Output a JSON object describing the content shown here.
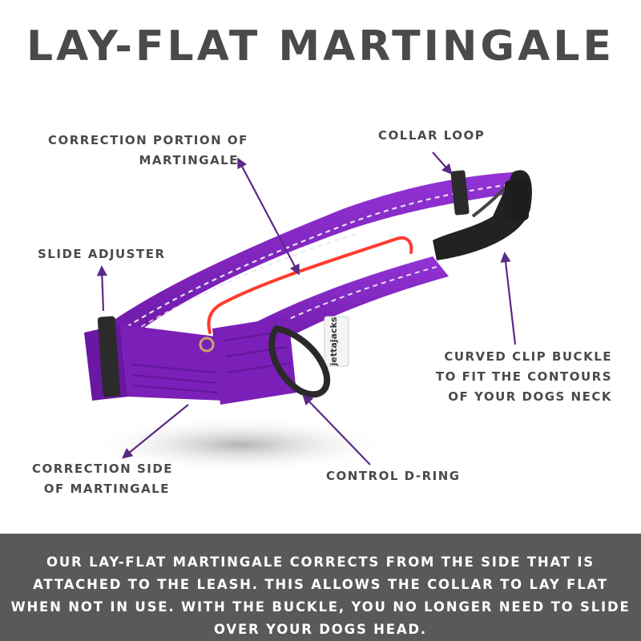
{
  "title": "LAY-FLAT MARTINGALE",
  "labels": {
    "correction_portion": [
      "CORRECTION PORTION OF",
      "MARTINGALE"
    ],
    "collar_loop": [
      "COLLAR LOOP"
    ],
    "slide_adjuster": [
      "SLIDE ADJUSTER"
    ],
    "curved_clip_buckle": [
      "CURVED CLIP BUCKLE",
      "TO FIT THE CONTOURS",
      "OF YOUR DOGS NECK"
    ],
    "correction_side": [
      "CORRECTION SIDE",
      "OF MARTINGALE"
    ],
    "control_d_ring": [
      "CONTROL D-RING"
    ]
  },
  "brand_tag": "jettajacks",
  "footer_text": "OUR LAY-FLAT MARTINGALE CORRECTS FROM THE SIDE THAT IS ATTACHED TO THE LEASH.  THIS ALLOWS THE COLLAR TO LAY FLAT WHEN NOT IN USE. WITH THE BUCKLE, YOU NO LONGER NEED TO SLIDE OVER YOUR DOGS HEAD.",
  "colors": {
    "collar": "#7a1fb8",
    "stitch": "#e8e0f0",
    "annotation_arrow": "#5b2a86",
    "highlight": "#ff3b30",
    "footer_bg": "#595959",
    "text": "#4a4a4a"
  }
}
